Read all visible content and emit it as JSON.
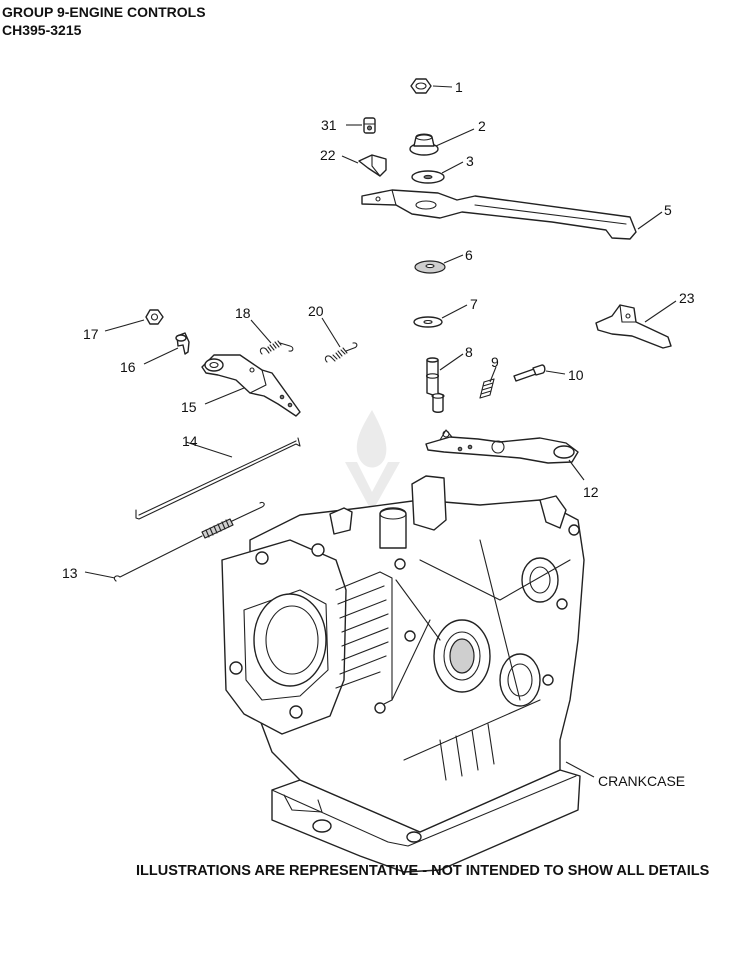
{
  "header": {
    "group_title": "GROUP 9-ENGINE CONTROLS",
    "model": "CH395-3215"
  },
  "footer": {
    "disclaimer": "ILLUSTRATIONS ARE REPRESENTATIVE - NOT INTENDED TO SHOW ALL DETAILS"
  },
  "callouts": {
    "c1": "1",
    "c2": "2",
    "c3": "3",
    "c5": "5",
    "c6": "6",
    "c7": "7",
    "c8": "8",
    "c9": "9",
    "c10": "10",
    "c12": "12",
    "c13": "13",
    "c14": "14",
    "c15": "15",
    "c16": "16",
    "c17": "17",
    "c18": "18",
    "c20": "20",
    "c22": "22",
    "c23": "23",
    "c31": "31",
    "crankcase": "CRANKCASE"
  }
}
